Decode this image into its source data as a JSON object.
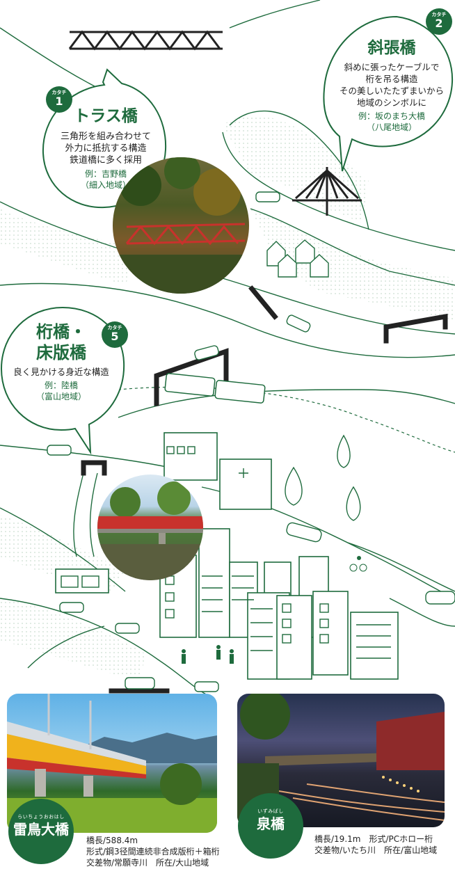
{
  "shapes": [
    {
      "id": "1",
      "badge": {
        "katachi": "カタチ",
        "number": "1"
      },
      "title": "トラス橋",
      "lines": [
        "三角形を組み合わせて",
        "外力に抵抗する構造",
        "鉄道橋に多く採用"
      ],
      "example": [
        "例：吉野橋",
        "（細入地域）"
      ]
    },
    {
      "id": "2",
      "badge": {
        "katachi": "カタチ",
        "number": "2"
      },
      "title": "斜張橋",
      "lines": [
        "斜めに張ったケーブルで",
        "桁を吊る構造",
        "その美しいたたずまいから",
        "地域のシンボルに"
      ],
      "example": [
        "例：坂のまち大橋",
        "（八尾地域）"
      ]
    },
    {
      "id": "5",
      "badge": {
        "katachi": "カタチ",
        "number": "5"
      },
      "title_lines": [
        "桁橋・",
        "床版橋"
      ],
      "lines": [
        "良く見かける身近な構造"
      ],
      "example": [
        "例：陸橋",
        "（富山地域）"
      ]
    }
  ],
  "featured": [
    {
      "ruby": "らいちょうおおはし",
      "name": "雷鳥大橋",
      "details": [
        "橋長/588.4m",
        "形式/鋼3径間連続非合成版桁＋箱桁",
        "交差物/常願寺川　所在/大山地域"
      ]
    },
    {
      "ruby": "いずみばし",
      "name": "泉橋",
      "details": [
        "橋長/19.1m　形式/PCホロー桁",
        "交差物/いたち川　所在/富山地域"
      ]
    }
  ],
  "colors": {
    "green": "#1e6b3d",
    "bridge_red": "#c8322c",
    "dots": "#c9dccf"
  }
}
